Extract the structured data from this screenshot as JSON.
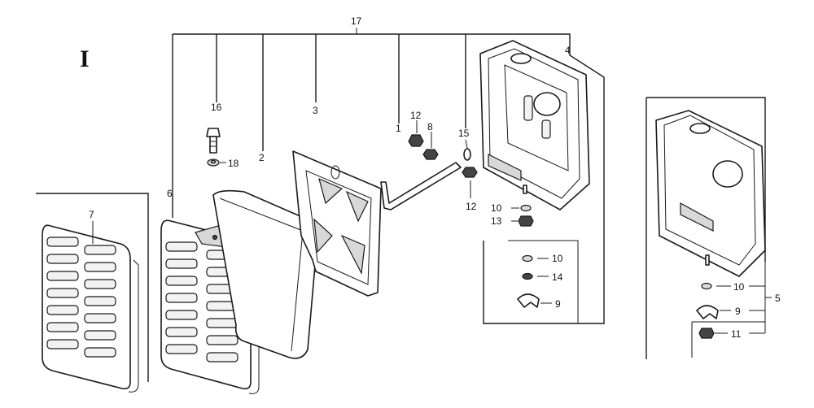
{
  "section_label": "I",
  "callouts": {
    "c1": "1",
    "c2": "2",
    "c3": "3",
    "c4": "4",
    "c5": "5",
    "c6": "6",
    "c7": "7",
    "c8": "8",
    "c9a": "9",
    "c9b": "9",
    "c10a": "10",
    "c10b": "10",
    "c10c": "10",
    "c11": "11",
    "c12a": "12",
    "c12b": "12",
    "c13": "13",
    "c14": "14",
    "c15": "15",
    "c16": "16",
    "c17": "17",
    "c18": "18"
  }
}
